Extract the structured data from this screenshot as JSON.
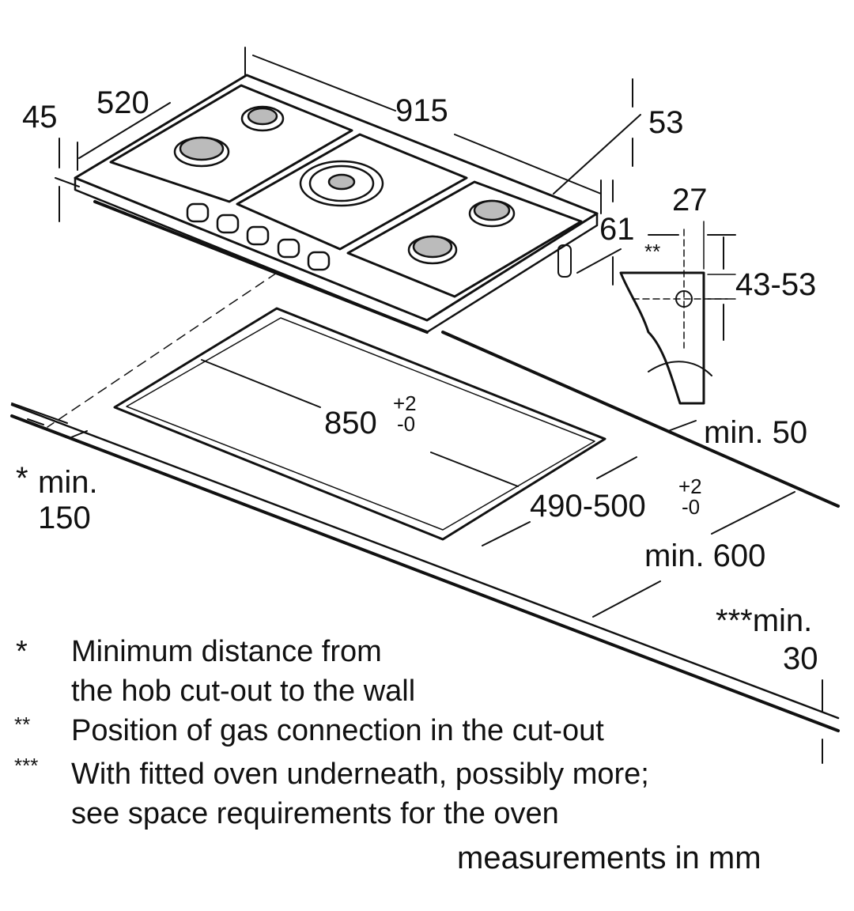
{
  "dimensions": {
    "hob_depth": "520",
    "hob_height_total": "45",
    "hob_width": "915",
    "front_height": "53",
    "side_depth": "61",
    "gas_offset": "27",
    "gas_height": "43-53",
    "cutout_width": "850",
    "cutout_width_tol_plus": "+2",
    "cutout_width_tol_minus": "-0",
    "cutout_depth": "490-500",
    "cutout_depth_tol_plus": "+2",
    "cutout_depth_tol_minus": "-0",
    "min_back": "min. 50",
    "min_front": "min. 600",
    "min_wall_marker": "*",
    "min_wall_label": "min.",
    "min_wall_value": "150",
    "min_oven_label": "***min.",
    "min_oven_value": "30",
    "gas_marker": "**"
  },
  "notes": [
    {
      "marker": "*",
      "text": "Minimum distance from",
      "text2": "the hob cut-out to the wall"
    },
    {
      "marker": "**",
      "text": "Position of gas connection in the cut-out"
    },
    {
      "marker": "***",
      "text": "With fitted oven underneath, possibly more;",
      "text2": "see space requirements for the oven"
    }
  ],
  "units": "measurements in mm"
}
